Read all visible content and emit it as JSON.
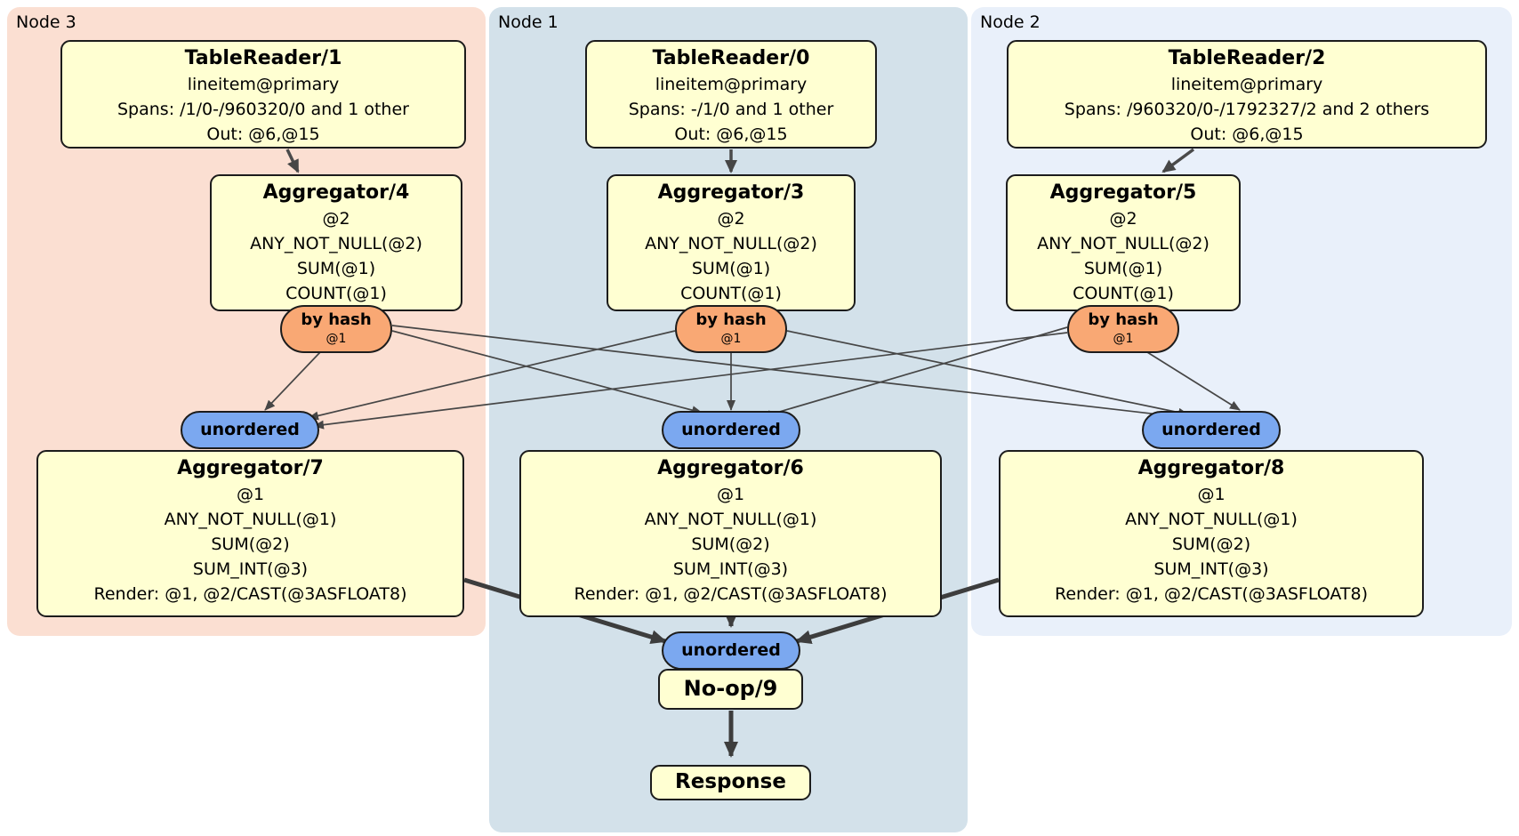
{
  "diagram": {
    "regions": [
      {
        "id": "node3",
        "label": "Node 3",
        "bg": "#fbdfd2"
      },
      {
        "id": "node1",
        "label": "Node 1",
        "bg": "#d3e1ea"
      },
      {
        "id": "node2",
        "label": "Node 2",
        "bg": "#e9f0fa"
      }
    ],
    "processors": {
      "tr1": {
        "title": "TableReader/1",
        "lines": [
          "lineitem@primary",
          "Spans: /1/0-/960320/0 and 1 other",
          "Out: @6,@15"
        ]
      },
      "tr0": {
        "title": "TableReader/0",
        "lines": [
          "lineitem@primary",
          "Spans: -/1/0 and 1 other",
          "Out: @6,@15"
        ]
      },
      "tr2": {
        "title": "TableReader/2",
        "lines": [
          "lineitem@primary",
          "Spans: /960320/0-/1792327/2 and 2 others",
          "Out: @6,@15"
        ]
      },
      "agg4": {
        "title": "Aggregator/4",
        "lines": [
          "@2",
          "ANY_NOT_NULL(@2)",
          "SUM(@1)",
          "COUNT(@1)"
        ]
      },
      "agg3": {
        "title": "Aggregator/3",
        "lines": [
          "@2",
          "ANY_NOT_NULL(@2)",
          "SUM(@1)",
          "COUNT(@1)"
        ]
      },
      "agg5": {
        "title": "Aggregator/5",
        "lines": [
          "@2",
          "ANY_NOT_NULL(@2)",
          "SUM(@1)",
          "COUNT(@1)"
        ]
      },
      "agg7": {
        "title": "Aggregator/7",
        "lines": [
          "@1",
          "ANY_NOT_NULL(@1)",
          "SUM(@2)",
          "SUM_INT(@3)",
          "Render: @1, @2/CAST(@3ASFLOAT8)"
        ]
      },
      "agg6": {
        "title": "Aggregator/6",
        "lines": [
          "@1",
          "ANY_NOT_NULL(@1)",
          "SUM(@2)",
          "SUM_INT(@3)",
          "Render: @1, @2/CAST(@3ASFLOAT8)"
        ]
      },
      "agg8": {
        "title": "Aggregator/8",
        "lines": [
          "@1",
          "ANY_NOT_NULL(@1)",
          "SUM(@2)",
          "SUM_INT(@3)",
          "Render: @1, @2/CAST(@3ASFLOAT8)"
        ]
      },
      "noop9": {
        "title": "No-op/9"
      },
      "response": {
        "title": "Response"
      }
    },
    "router": {
      "label": "by hash",
      "sub": "@1"
    },
    "sync": {
      "label": "unordered"
    },
    "colors": {
      "processor_fill": "#ffffd2",
      "router_fill": "#f9a874",
      "sync_fill": "#7ba8f0",
      "edge": "#464646"
    }
  }
}
